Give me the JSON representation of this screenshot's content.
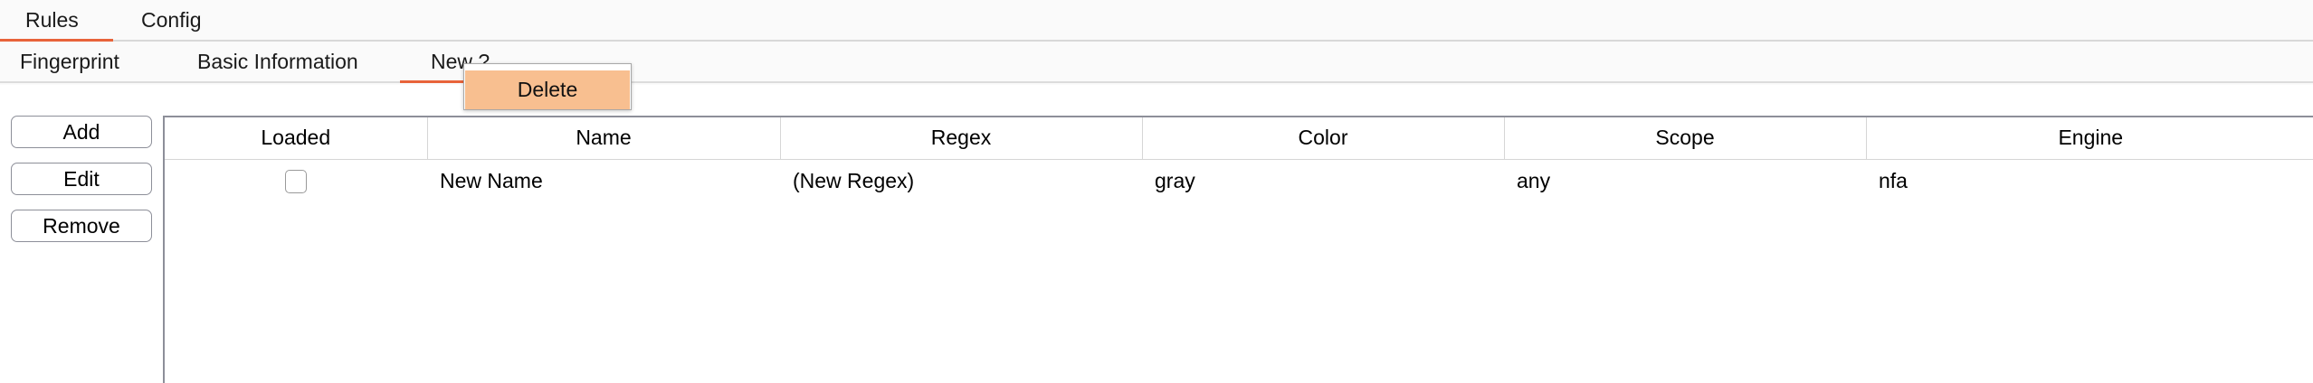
{
  "tabs": {
    "items": [
      {
        "label": "Rules",
        "active": true
      },
      {
        "label": "Config",
        "active": false
      }
    ]
  },
  "subtabs": {
    "items": [
      {
        "label": "Fingerprint",
        "active": false
      },
      {
        "label": "Basic Information",
        "active": false
      },
      {
        "label": "New ?",
        "active": true
      }
    ]
  },
  "context_menu": {
    "items": [
      {
        "label": "Delete",
        "highlighted": true
      }
    ]
  },
  "side_buttons": {
    "add_label": "Add",
    "edit_label": "Edit",
    "remove_label": "Remove"
  },
  "table": {
    "columns": [
      "Loaded",
      "Name",
      "Regex",
      "Color",
      "Scope",
      "Engine"
    ],
    "rows": [
      {
        "loaded": false,
        "name": "New Name",
        "regex": "(New Regex)",
        "color": "gray",
        "scope": "any",
        "engine": "nfa"
      }
    ]
  },
  "theme": {
    "accent": "#e8633a",
    "menu_highlight": "#f8bf90",
    "strip_background": "#fafafa",
    "border": "#8d8f99"
  }
}
